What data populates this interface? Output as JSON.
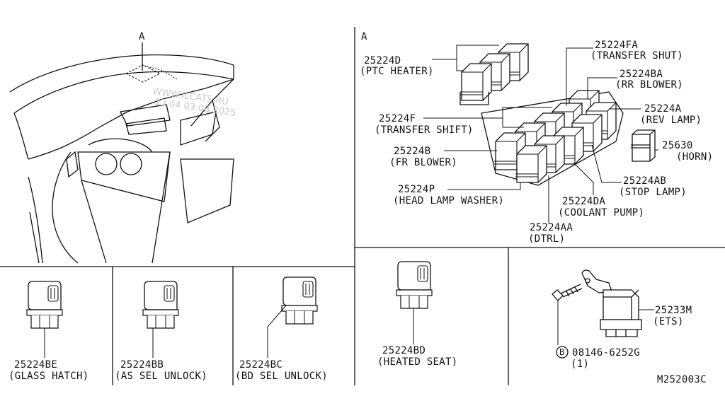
{
  "diagram": {
    "view_ref": "A",
    "detail_ref": "A",
    "watermark_line1": "WWW.ILCATS.RU",
    "watermark_line2": "13.04 03.08.2025",
    "code": "M252003C"
  },
  "callouts": [
    {
      "part": "25224D",
      "desc": "(PTC HEATER)"
    },
    {
      "part": "25224FA",
      "desc": "(TRANSFER SHUT)"
    },
    {
      "part": "25224BA",
      "desc": "(RR BLOWER)"
    },
    {
      "part": "25224F",
      "desc": "(TRANSFER SHIFT)"
    },
    {
      "part": "25224A",
      "desc": "(REV LAMP)"
    },
    {
      "part": "25630",
      "desc": "(HORN)"
    },
    {
      "part": "25224B",
      "desc": "(FR BLOWER)"
    },
    {
      "part": "25224AB",
      "desc": "(STOP LAMP)"
    },
    {
      "part": "25224P",
      "desc": "(HEAD LAMP WASHER)"
    },
    {
      "part": "25224DA",
      "desc": "(COOLANT PUMP)"
    },
    {
      "part": "25224AA",
      "desc": "(DTRL)"
    },
    {
      "part": "25224BE",
      "desc": "(GLASS HATCH)"
    },
    {
      "part": "25224BB",
      "desc": "(AS SEL UNLOCK)"
    },
    {
      "part": "25224BC",
      "desc": "(BD SEL UNLOCK)"
    },
    {
      "part": "25224BD",
      "desc": "(HEATED SEAT)"
    },
    {
      "part": "25233M",
      "desc": "(ETS)"
    }
  ],
  "bolt": {
    "marker": "B",
    "part": "08146-6252G",
    "qty": "(1)"
  }
}
